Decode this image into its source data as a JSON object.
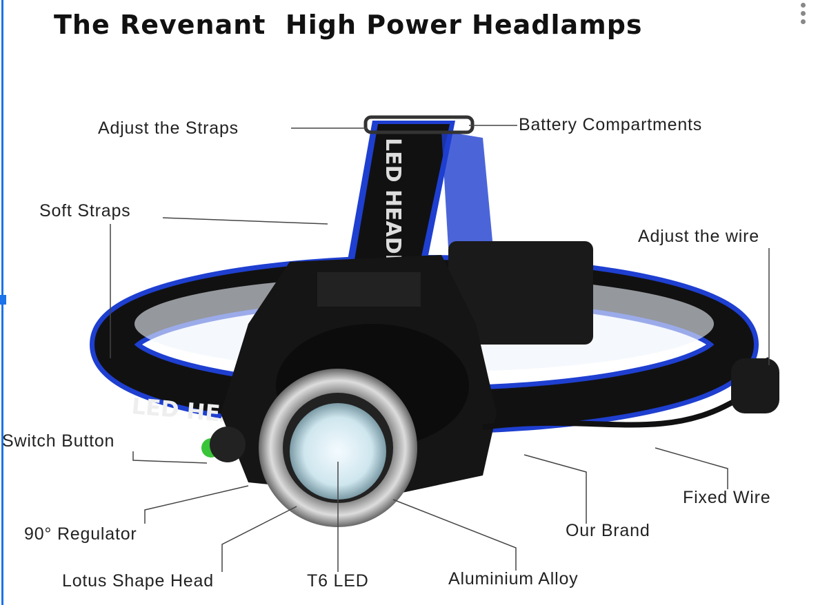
{
  "title": "The Revenant  High Power Headlamps",
  "labels": {
    "adjust_straps": "Adjust the Straps",
    "battery": "Battery Compartments",
    "soft_straps": "Soft Straps",
    "adjust_wire": "Adjust the wire",
    "switch_button": "Switch Button",
    "regulator": "90° Regulator",
    "lotus_head": "Lotus Shape Head",
    "t6_led": "T6 LED",
    "aluminium": "Aluminium Alloy",
    "our_brand": "Our Brand",
    "fixed_wire": "Fixed Wire"
  },
  "strap_text": "LED HEADLAMP",
  "colors": {
    "strap_blue": "#1e3fd0",
    "strap_black": "#111111",
    "switch_green": "#39c43a",
    "ui_accent": "#1a73e8"
  }
}
